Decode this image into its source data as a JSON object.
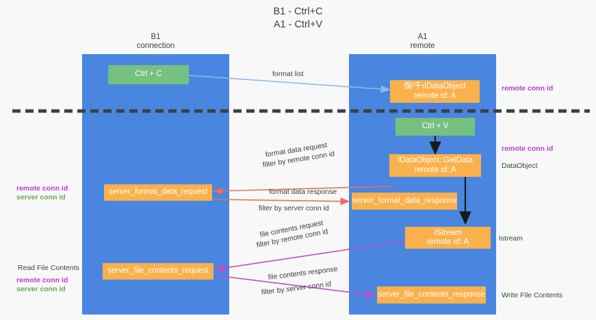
{
  "title": {
    "line1": "B1 - Ctrl+C",
    "line2": "A1 - Ctrl+V"
  },
  "columns": [
    {
      "name": "B1",
      "role": "connection"
    },
    {
      "name": "A1",
      "role": "remote"
    }
  ],
  "boxes": {
    "ctrl_c": "Ctrl + C",
    "ctrl_v": "Ctrl + V",
    "idataobject_top_line1": "保/千ıIDataObject",
    "idataobject_top_line2": "remote id: A",
    "getdata_line1": "IDataObject::GetData",
    "getdata_line2": "remote id: A",
    "istream_line1": "IStream",
    "istream_line2": "remote id: A",
    "server_format_data_request": "server_format_data_request",
    "server_format_data_response": "server_format_data_response",
    "server_file_contents_request": "server_file_contents_request",
    "server_file_contents_response": "server_file_contents_response"
  },
  "edge_labels": {
    "format_list": "format list",
    "format_data_request": "format data request",
    "format_data_request_filter_prefix": "filter by ",
    "format_data_request_filter_key": "remote conn id",
    "format_data_response": "format data response",
    "format_data_response_filter_prefix": "filter by ",
    "format_data_response_filter_key": "server conn id",
    "file_contents_request": "file contents request",
    "file_contents_request_filter_prefix": "filter by ",
    "file_contents_request_filter_key": "remote conn id",
    "file_contents_response": "file contents response",
    "file_contents_response_filter_prefix": "filter by ",
    "file_contents_response_filter_key": "server conn id"
  },
  "right_annotations": {
    "remote_conn_id_top": "remote conn id",
    "remote_conn_id_mid": "remote conn id",
    "dataobject": "DataObject",
    "istream": "Istream",
    "write_file_contents": "Write File Contents"
  },
  "left_annotations": {
    "remote_conn_id_mid": "remote conn id",
    "server_conn_id_mid": "server conn id",
    "read_file_contents": "Read File Contents",
    "remote_conn_id_bottom": "remote conn id",
    "server_conn_id_bottom": "server conn id"
  },
  "colors": {
    "lane": "#4a86e0",
    "green_box": "#76c080",
    "orange_box": "#fbb14b",
    "purple_text": "#b43fc4",
    "green_text": "#6aa84f",
    "background": "#f8f8f9",
    "divider": "#3c4043",
    "arrow_blue": "#8cb8e8",
    "arrow_red": "#e8705f",
    "arrow_magenta": "#c24bc2",
    "arrow_black": "#1a1a1a"
  }
}
